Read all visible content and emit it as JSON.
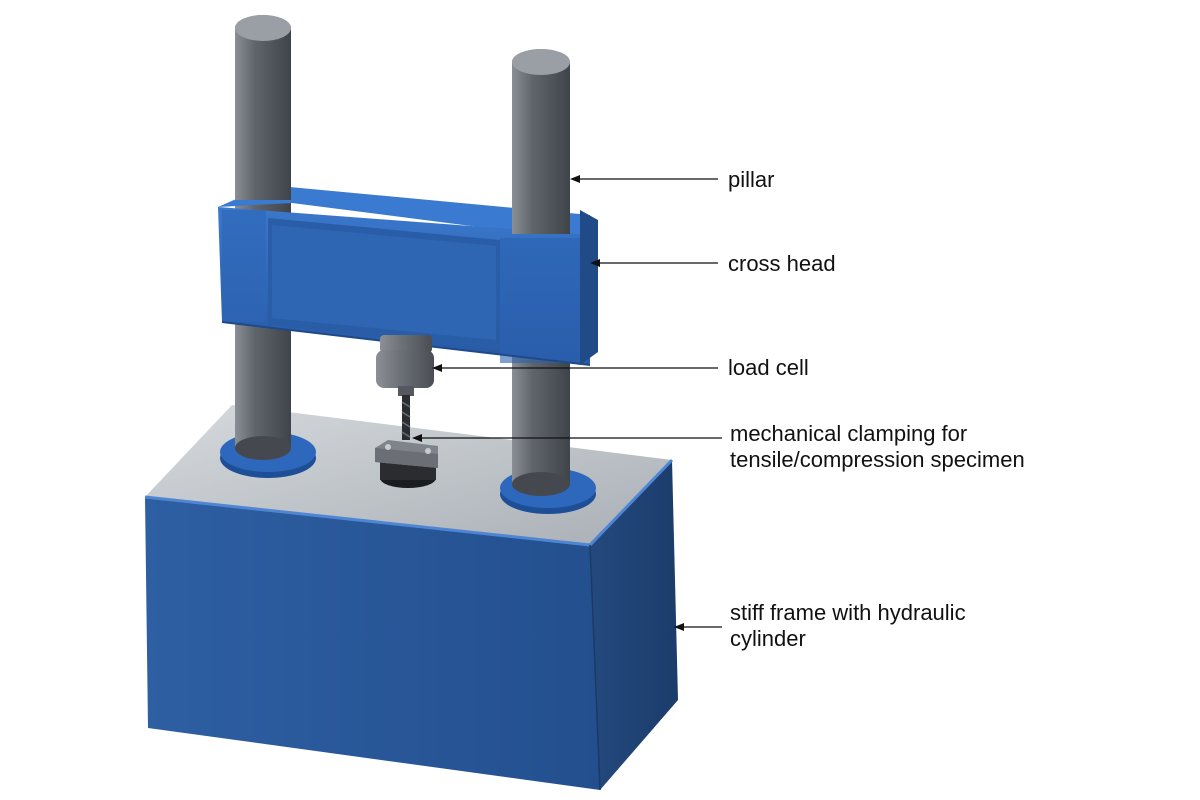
{
  "diagram": {
    "labels": {
      "pillar": "pillar",
      "cross_head": "cross head",
      "load_cell": "load cell",
      "clamping_line1": "mechanical clamping for",
      "clamping_line2": "tensile/compression specimen",
      "frame_line1": "stiff frame with hydraulic",
      "frame_line2": "cylinder"
    },
    "colors": {
      "frame_blue": "#2a5a9c",
      "frame_dark": "#1f4a80",
      "frame_top": "#c0c6cc",
      "pillar_gray": "#5a5f66",
      "crosshead_blue": "#2b65b5"
    }
  }
}
